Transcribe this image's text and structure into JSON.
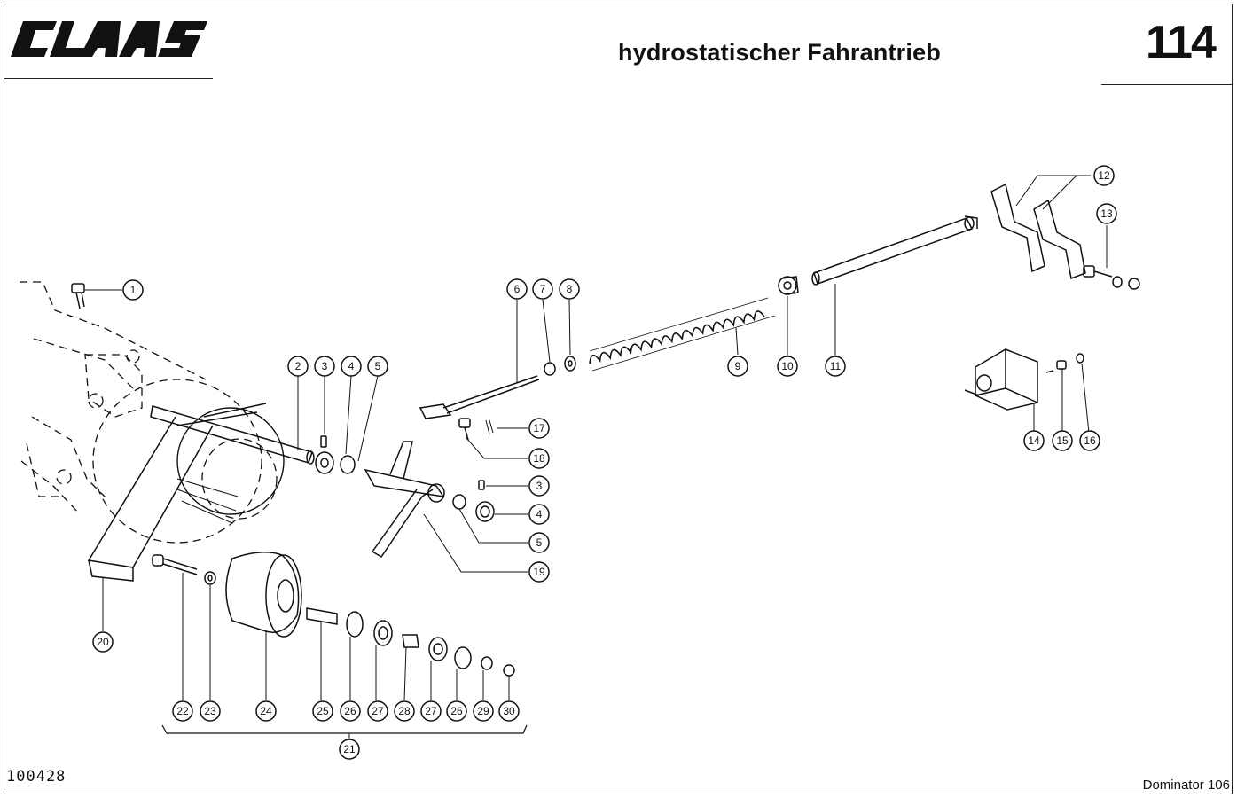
{
  "header": {
    "brand": "CLAAS",
    "title": "hydrostatischer Fahrantrieb",
    "page_number": "114"
  },
  "footer": {
    "drawing_id": "100428",
    "machine": "Dominator 106"
  },
  "callouts": [
    "1",
    "2",
    "3",
    "4",
    "5",
    "6",
    "7",
    "8",
    "9",
    "10",
    "11",
    "12",
    "13",
    "14",
    "15",
    "16",
    "17",
    "18",
    "3",
    "4",
    "5",
    "19",
    "20",
    "22",
    "23",
    "24",
    "25",
    "26",
    "27",
    "28",
    "27",
    "26",
    "29",
    "30",
    "21"
  ]
}
